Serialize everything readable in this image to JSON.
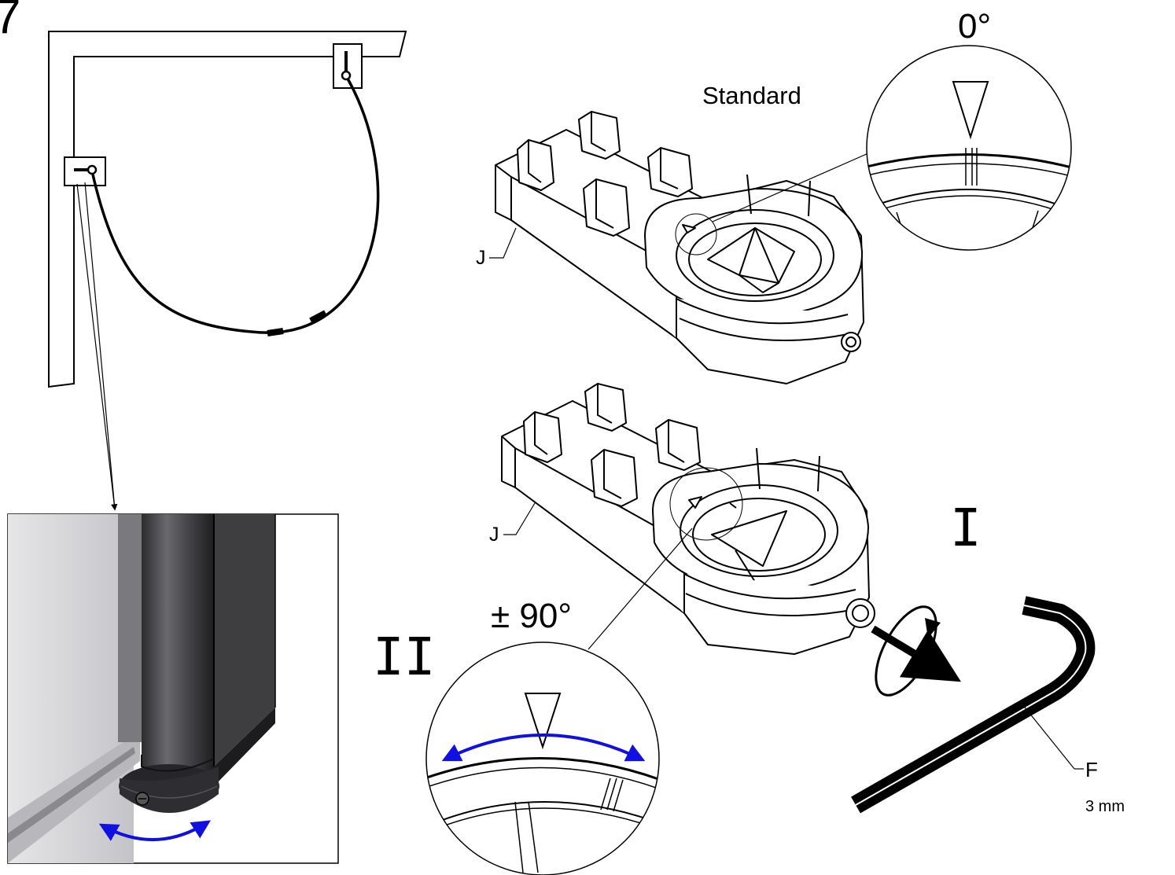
{
  "step": {
    "number": "7"
  },
  "labels": {
    "standard": "Standard",
    "angle_zero": "0°",
    "angle_range": "± 90°",
    "part_j_top": "J",
    "part_j_bottom": "J",
    "step_one": "I",
    "step_two": "II",
    "tool_letter": "F",
    "tool_size": "3 mm"
  },
  "colors": {
    "line": "#000000",
    "arrow_blue": "#1010e0",
    "glass": "#d4d4d6",
    "profile_dark": "#3a3a3c"
  }
}
